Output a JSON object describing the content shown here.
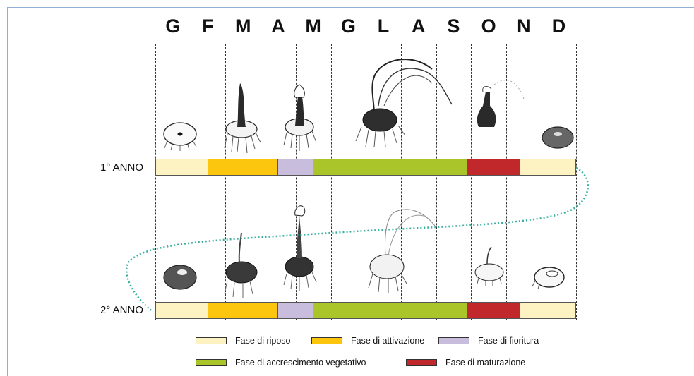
{
  "months": [
    "G",
    "F",
    "M",
    "A",
    "M",
    "G",
    "L",
    "A",
    "S",
    "O",
    "N",
    "D"
  ],
  "years": [
    "1° ANNO",
    "2° ANNO"
  ],
  "phase_colors": {
    "riposo": "#fdf2c2",
    "attivazione": "#fcc60f",
    "fioritura": "#c9bddd",
    "accrescimento": "#a9c52a",
    "maturazione": "#c0282b"
  },
  "timeline": [
    {
      "phase": "riposo",
      "months": 1.5
    },
    {
      "phase": "attivazione",
      "months": 2
    },
    {
      "phase": "fioritura",
      "months": 1
    },
    {
      "phase": "accrescimento",
      "months": 4.4
    },
    {
      "phase": "maturazione",
      "months": 1.5
    },
    {
      "phase": "riposo",
      "months": 1.6
    }
  ],
  "legend": {
    "riposo": "Fase di riposo",
    "attivazione": "Fase di attivazione",
    "fioritura": "Fase di fioritura",
    "accrescimento": "Fase di accrescimento vegetativo",
    "maturazione": "Fase di maturazione"
  },
  "icons": {
    "dormant_corm": "corm-icon",
    "sprouting_corm": "sprouting-corm-icon",
    "flowering_corm": "flowering-corm-icon",
    "leafy_corm": "leafy-corm-icon",
    "connector": "dotted-connector"
  }
}
